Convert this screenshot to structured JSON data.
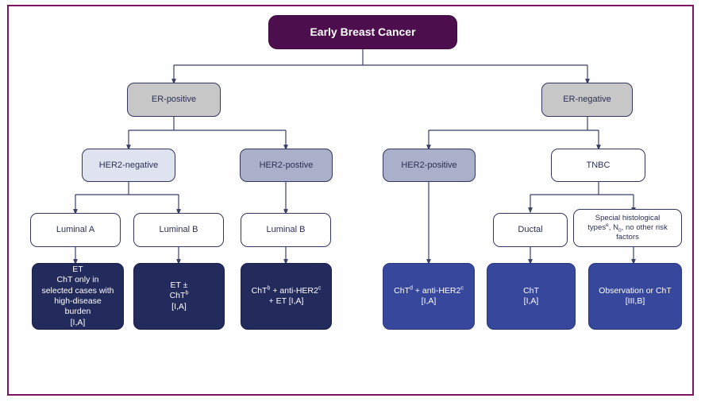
{
  "diagram": {
    "title": "Early Breast Cancer treatment algorithm",
    "frame_color": "#7b1560",
    "connector_color": "#3b3f66",
    "palette": {
      "root": "#4d0e4d",
      "gray": "#c7c7c7",
      "light_blue": "#dfe3ef",
      "mid_blue": "#aab0c9",
      "white": "#ffffff",
      "dark_navy": "#232b5c",
      "bright_blue": "#36479c"
    },
    "nodes": {
      "root": {
        "label": "Early Breast Cancer"
      },
      "er_positive": {
        "label": "ER-positive"
      },
      "er_negative": {
        "label": "ER-negative"
      },
      "her2_negative": {
        "label": "HER2-negative"
      },
      "her2_postive_left": {
        "label": "HER2-postive"
      },
      "her2_positive_right": {
        "label": "HER2-positive"
      },
      "tnbc": {
        "label": "TNBC"
      },
      "luminal_a": {
        "label": "Luminal A"
      },
      "luminal_b_1": {
        "label": "Luminal B"
      },
      "luminal_b_2": {
        "label": "Luminal B"
      },
      "ductal": {
        "label": "Ductal"
      },
      "special_histological": {
        "line1": "Special histological",
        "line2_a": "types",
        "line2_sup": "e",
        "line2_b": ", N",
        "line2_sub": "0",
        "line2_c": ", no other risk",
        "line3": "factors"
      },
      "tx_et_cht": {
        "line1": "ET",
        "line2": "ChT only in",
        "line3": "selected cases with",
        "line4": "high-disease",
        "line5": "burden",
        "line6": "[I,A]"
      },
      "tx_et_pm_cht": {
        "line1": "ET ±",
        "line2_a": "ChT",
        "line2_sup": "b",
        "line3": "[I,A]"
      },
      "tx_cht_antiher2_et": {
        "line1_a": "ChT",
        "line1_sup1": "b",
        "line1_b": " + anti-HER2",
        "line1_sup2": "c",
        "line2": "+ ET [I,A]"
      },
      "tx_cht_antiher2": {
        "line1_a": "ChT",
        "line1_sup1": "d",
        "line1_b": " + anti-HER2",
        "line1_sup2": "c",
        "line2": "[I,A]"
      },
      "tx_cht": {
        "line1": "ChT",
        "line2": "[I,A]"
      },
      "tx_observation": {
        "line1": "Observation or ChT",
        "line2": "[III,B]"
      }
    }
  }
}
